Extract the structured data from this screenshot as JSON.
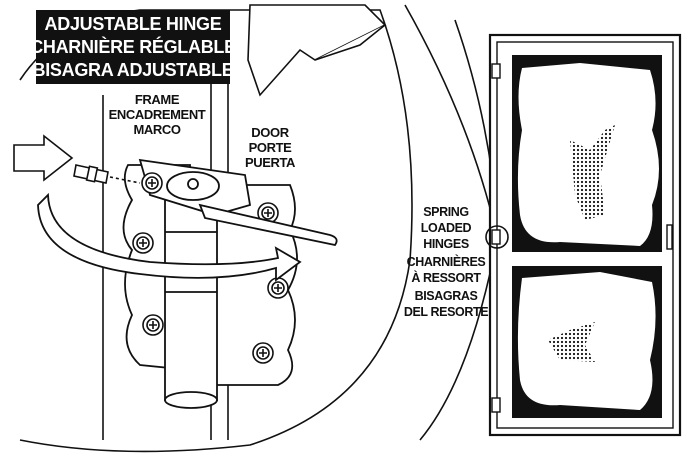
{
  "title": {
    "lines": [
      "ADJUSTABLE HINGE",
      "CHARNIÈRE RÉGLABLE",
      "BISAGRA ADJUSTABLE"
    ]
  },
  "labels": {
    "frame": [
      "FRAME",
      "ENCADREMENT",
      "MARCO"
    ],
    "door": [
      "DOOR",
      "PORTE",
      "PUERTA"
    ],
    "spring": [
      "SPRING",
      "LOADED",
      "HINGES",
      "CHARNIÈRES",
      "À RESSORT",
      "BISAGRAS",
      "DEL RESORTE"
    ]
  },
  "colors": {
    "ink": "#111111",
    "title_bg": "#111111",
    "title_text": "#ffffff",
    "paper": "#ffffff"
  },
  "icons": [
    "screw-head-icon",
    "adjust-arrow-icon",
    "hex-key-icon"
  ]
}
